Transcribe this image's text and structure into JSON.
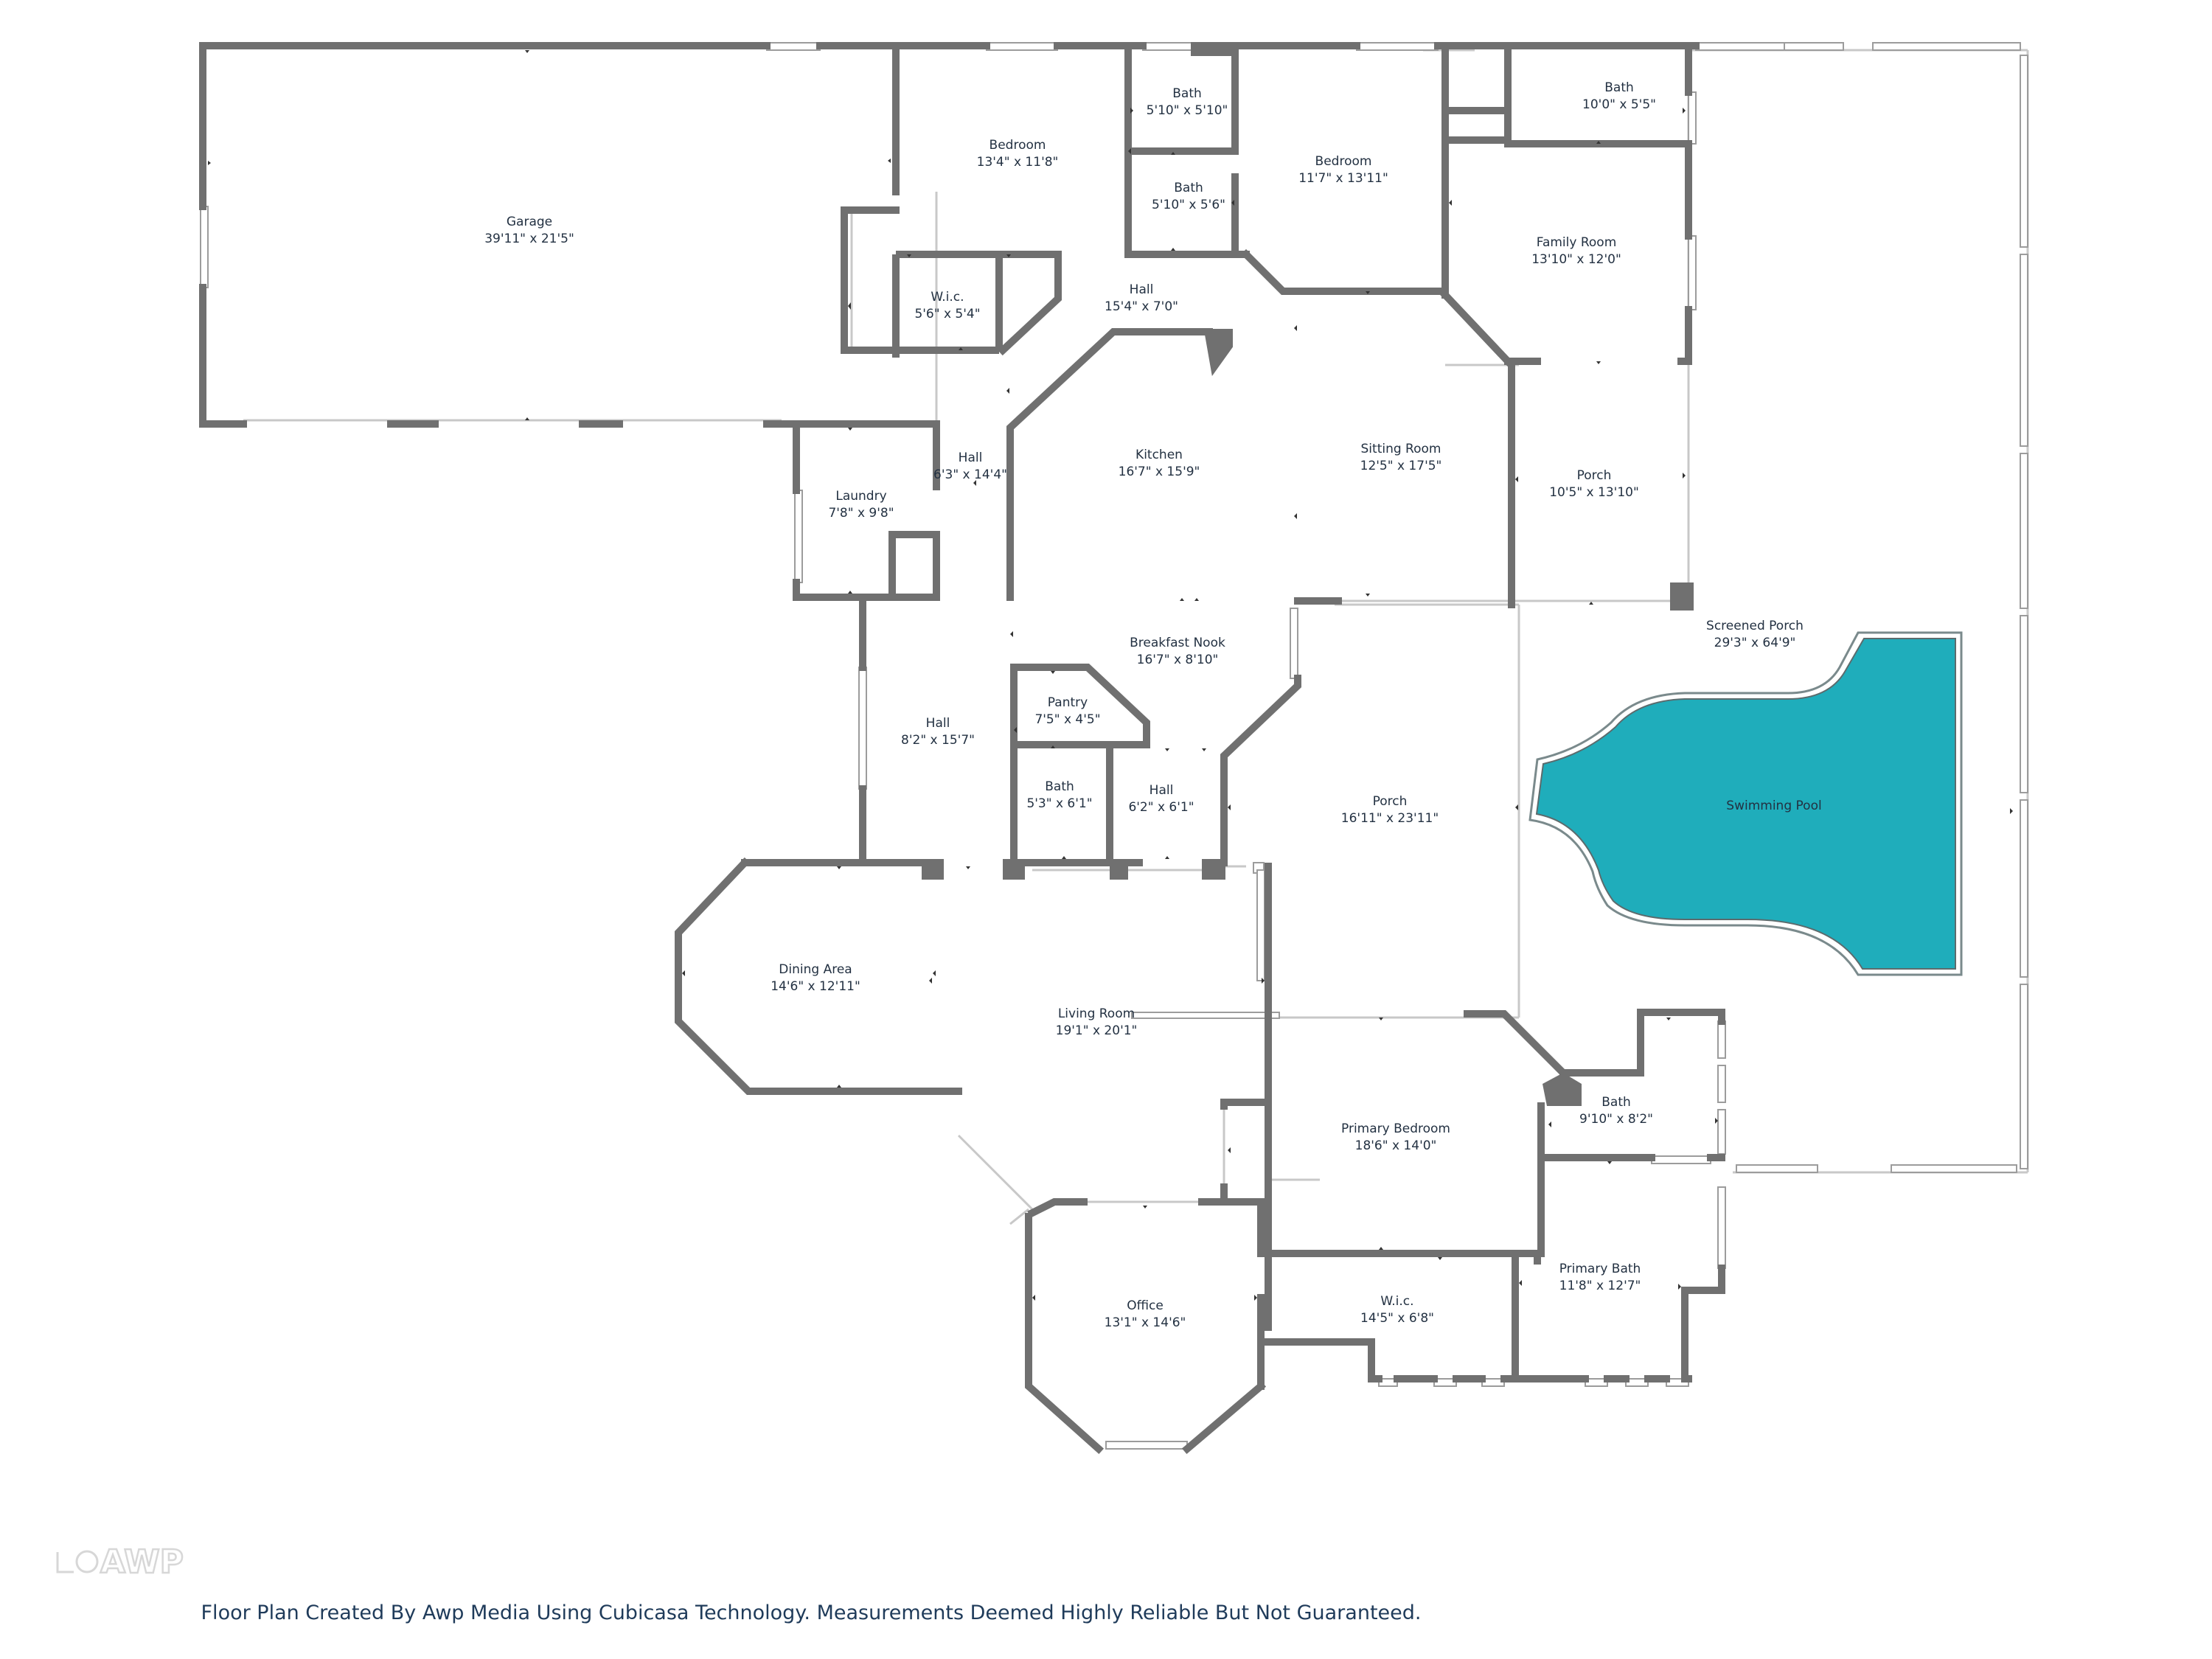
{
  "rooms": [
    {
      "name": "Garage",
      "dim": "39'11\" x 21'5\""
    },
    {
      "name": "Bedroom",
      "dim": "13'4\" x 11'8\""
    },
    {
      "name": "Bath",
      "dim": "5'10\" x 5'10\""
    },
    {
      "name": "Bath",
      "dim": "5'10\" x 5'6\""
    },
    {
      "name": "Bedroom",
      "dim": "11'7\" x 13'11\""
    },
    {
      "name": "Bath",
      "dim": "10'0\" x 5'5\""
    },
    {
      "name": "Family Room",
      "dim": "13'10\" x 12'0\""
    },
    {
      "name": "W.i.c.",
      "dim": "5'6\" x 5'4\""
    },
    {
      "name": "Hall",
      "dim": "15'4\" x 7'0\""
    },
    {
      "name": "Hall",
      "dim": "6'3\" x 14'4\""
    },
    {
      "name": "Laundry",
      "dim": "7'8\" x 9'8\""
    },
    {
      "name": "Kitchen",
      "dim": "16'7\" x 15'9\""
    },
    {
      "name": "Sitting Room",
      "dim": "12'5\" x 17'5\""
    },
    {
      "name": "Porch",
      "dim": "10'5\" x 13'10\""
    },
    {
      "name": "Screened Porch",
      "dim": "29'3\" x 64'9\""
    },
    {
      "name": "Breakfast Nook",
      "dim": "16'7\" x 8'10\""
    },
    {
      "name": "Pantry",
      "dim": "7'5\" x 4'5\""
    },
    {
      "name": "Hall",
      "dim": "8'2\" x 15'7\""
    },
    {
      "name": "Bath",
      "dim": "5'3\" x 6'1\""
    },
    {
      "name": "Hall",
      "dim": "6'2\" x 6'1\""
    },
    {
      "name": "Porch",
      "dim": "16'11\" x 23'11\""
    },
    {
      "name": "Swimming Pool",
      "dim": ""
    },
    {
      "name": "Dining Area",
      "dim": "14'6\" x 12'11\""
    },
    {
      "name": "Living Room",
      "dim": "19'1\" x 20'1\""
    },
    {
      "name": "Bath",
      "dim": "9'10\" x 8'2\""
    },
    {
      "name": "Primary Bedroom",
      "dim": "18'6\" x 14'0\""
    },
    {
      "name": "Primary Bath",
      "dim": "11'8\" x 12'7\""
    },
    {
      "name": "W.i.c.",
      "dim": "14'5\" x 6'8\""
    },
    {
      "name": "Office",
      "dim": "13'1\" x 14'6\""
    }
  ],
  "footer": "Floor Plan Created By Awp Media Using Cubicasa Technology. Measurements Deemed Highly Reliable But Not Guaranteed.",
  "logo": "AWP",
  "colors": {
    "wall": "#707070",
    "pool_fill": "#1fadbb",
    "window": "#cccccc",
    "text": "#233142"
  }
}
